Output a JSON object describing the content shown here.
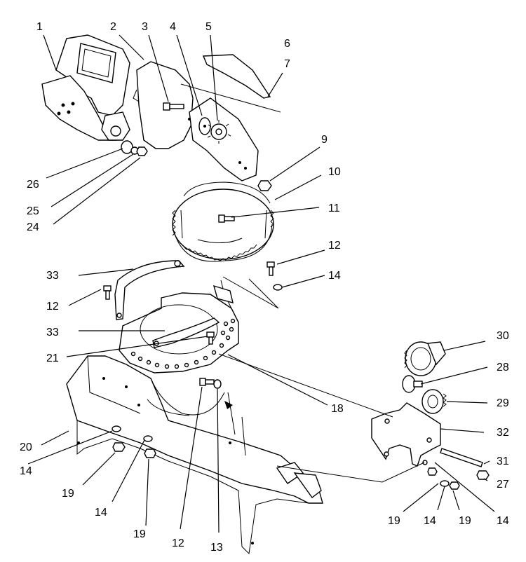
{
  "callouts": [
    {
      "id": "c1",
      "text": "1"
    },
    {
      "id": "c2",
      "text": "2"
    },
    {
      "id": "c3",
      "text": "3"
    },
    {
      "id": "c4",
      "text": "4"
    },
    {
      "id": "c5",
      "text": "5"
    },
    {
      "id": "c6",
      "text": "6"
    },
    {
      "id": "c7",
      "text": "7"
    },
    {
      "id": "c9",
      "text": "9"
    },
    {
      "id": "c10",
      "text": "10"
    },
    {
      "id": "c11",
      "text": "11"
    },
    {
      "id": "c12a",
      "text": "12"
    },
    {
      "id": "c14a",
      "text": "14"
    },
    {
      "id": "c33a",
      "text": "33"
    },
    {
      "id": "c12b",
      "text": "12"
    },
    {
      "id": "c33b",
      "text": "33"
    },
    {
      "id": "c21",
      "text": "21"
    },
    {
      "id": "c26",
      "text": "26"
    },
    {
      "id": "c25",
      "text": "25"
    },
    {
      "id": "c24",
      "text": "24"
    },
    {
      "id": "c30",
      "text": "30"
    },
    {
      "id": "c28",
      "text": "28"
    },
    {
      "id": "c29",
      "text": "29"
    },
    {
      "id": "c18",
      "text": "18"
    },
    {
      "id": "c32",
      "text": "32"
    },
    {
      "id": "c20",
      "text": "20"
    },
    {
      "id": "c31",
      "text": "31"
    },
    {
      "id": "c27",
      "text": "27"
    },
    {
      "id": "c14b",
      "text": "14"
    },
    {
      "id": "c19a",
      "text": "19"
    },
    {
      "id": "c14c",
      "text": "14"
    },
    {
      "id": "c19b",
      "text": "19"
    },
    {
      "id": "c12c",
      "text": "12"
    },
    {
      "id": "c13",
      "text": "13"
    },
    {
      "id": "c19c",
      "text": "19"
    },
    {
      "id": "c14d",
      "text": "14"
    },
    {
      "id": "c19d",
      "text": "19"
    },
    {
      "id": "c14e",
      "text": "14"
    }
  ]
}
